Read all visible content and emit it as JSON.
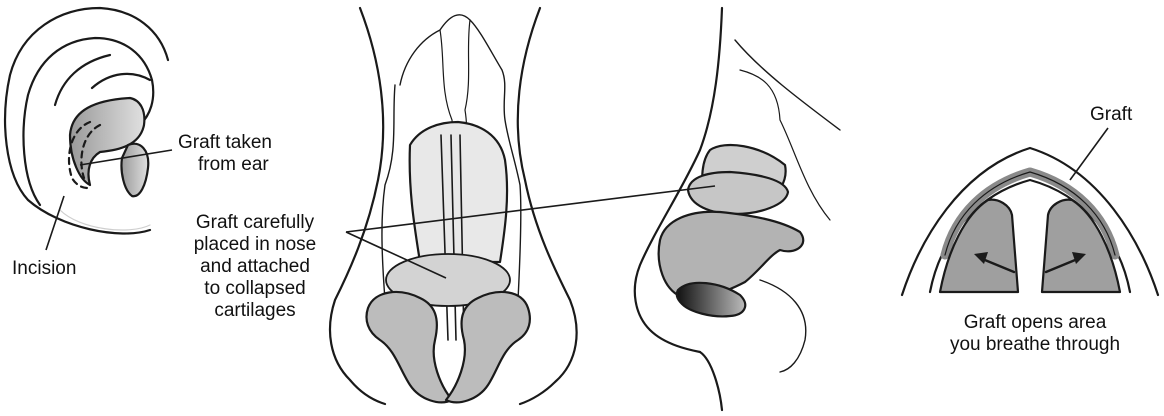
{
  "labels": {
    "graft_taken_line1": "Graft taken",
    "graft_taken_line2": "from ear",
    "incision": "Incision",
    "graft_placed_line1": "Graft carefully",
    "graft_placed_line2": "placed in nose",
    "graft_placed_line3": "and attached",
    "graft_placed_line4": "to collapsed",
    "graft_placed_line5": "cartilages",
    "graft": "Graft",
    "graft_opens_line1": "Graft opens area",
    "graft_opens_line2": "you breathe through"
  },
  "colors": {
    "line": "#1a1a1a",
    "cartilage_fill": "#b9b9b9",
    "cartilage_dark": "#8a8a8a",
    "skin_shade": "#eeeeee"
  }
}
